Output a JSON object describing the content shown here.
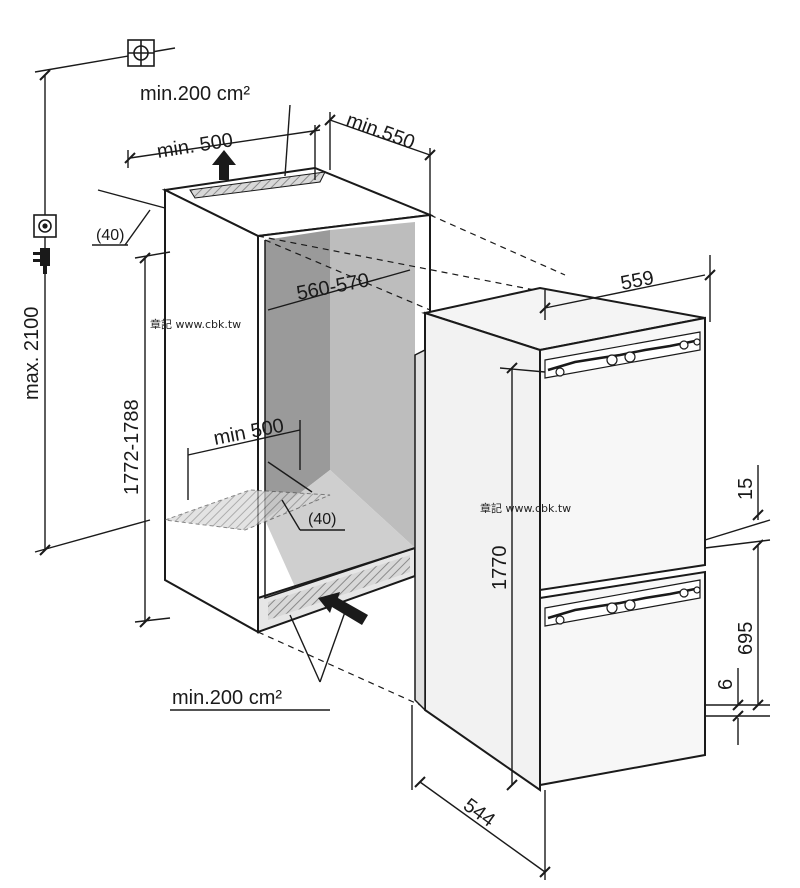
{
  "labels": {
    "vent_top_area": "min.200 cm²",
    "vent_top_width": "min. 500",
    "niche_depth_min": "min.550",
    "rear_gap_top": "(40)",
    "niche_width": "560-570",
    "niche_height": "1772-1788",
    "floor_width": "min 500",
    "rear_gap_bottom": "(40)",
    "vent_bottom_area": "min.200 cm²",
    "max_socket_height": "max. 2100",
    "appliance_width": "559",
    "appliance_height": "1770",
    "appliance_depth": "544",
    "door_gap": "15",
    "lower_door_height": "695",
    "base_gap": "6"
  },
  "watermarks": [
    "章記 www.cbk.tw",
    "章記 www.cbk.tw"
  ],
  "icons": [
    "ground-symbol-icon",
    "socket-icon",
    "plug-icon",
    "vent-arrow-up-icon",
    "vent-arrow-in-icon"
  ],
  "colors": {
    "line": "#1a1a1a",
    "shade": "#bdbdbd",
    "shade_dark": "#9a9a9a",
    "panel": "#f2f2f2"
  }
}
